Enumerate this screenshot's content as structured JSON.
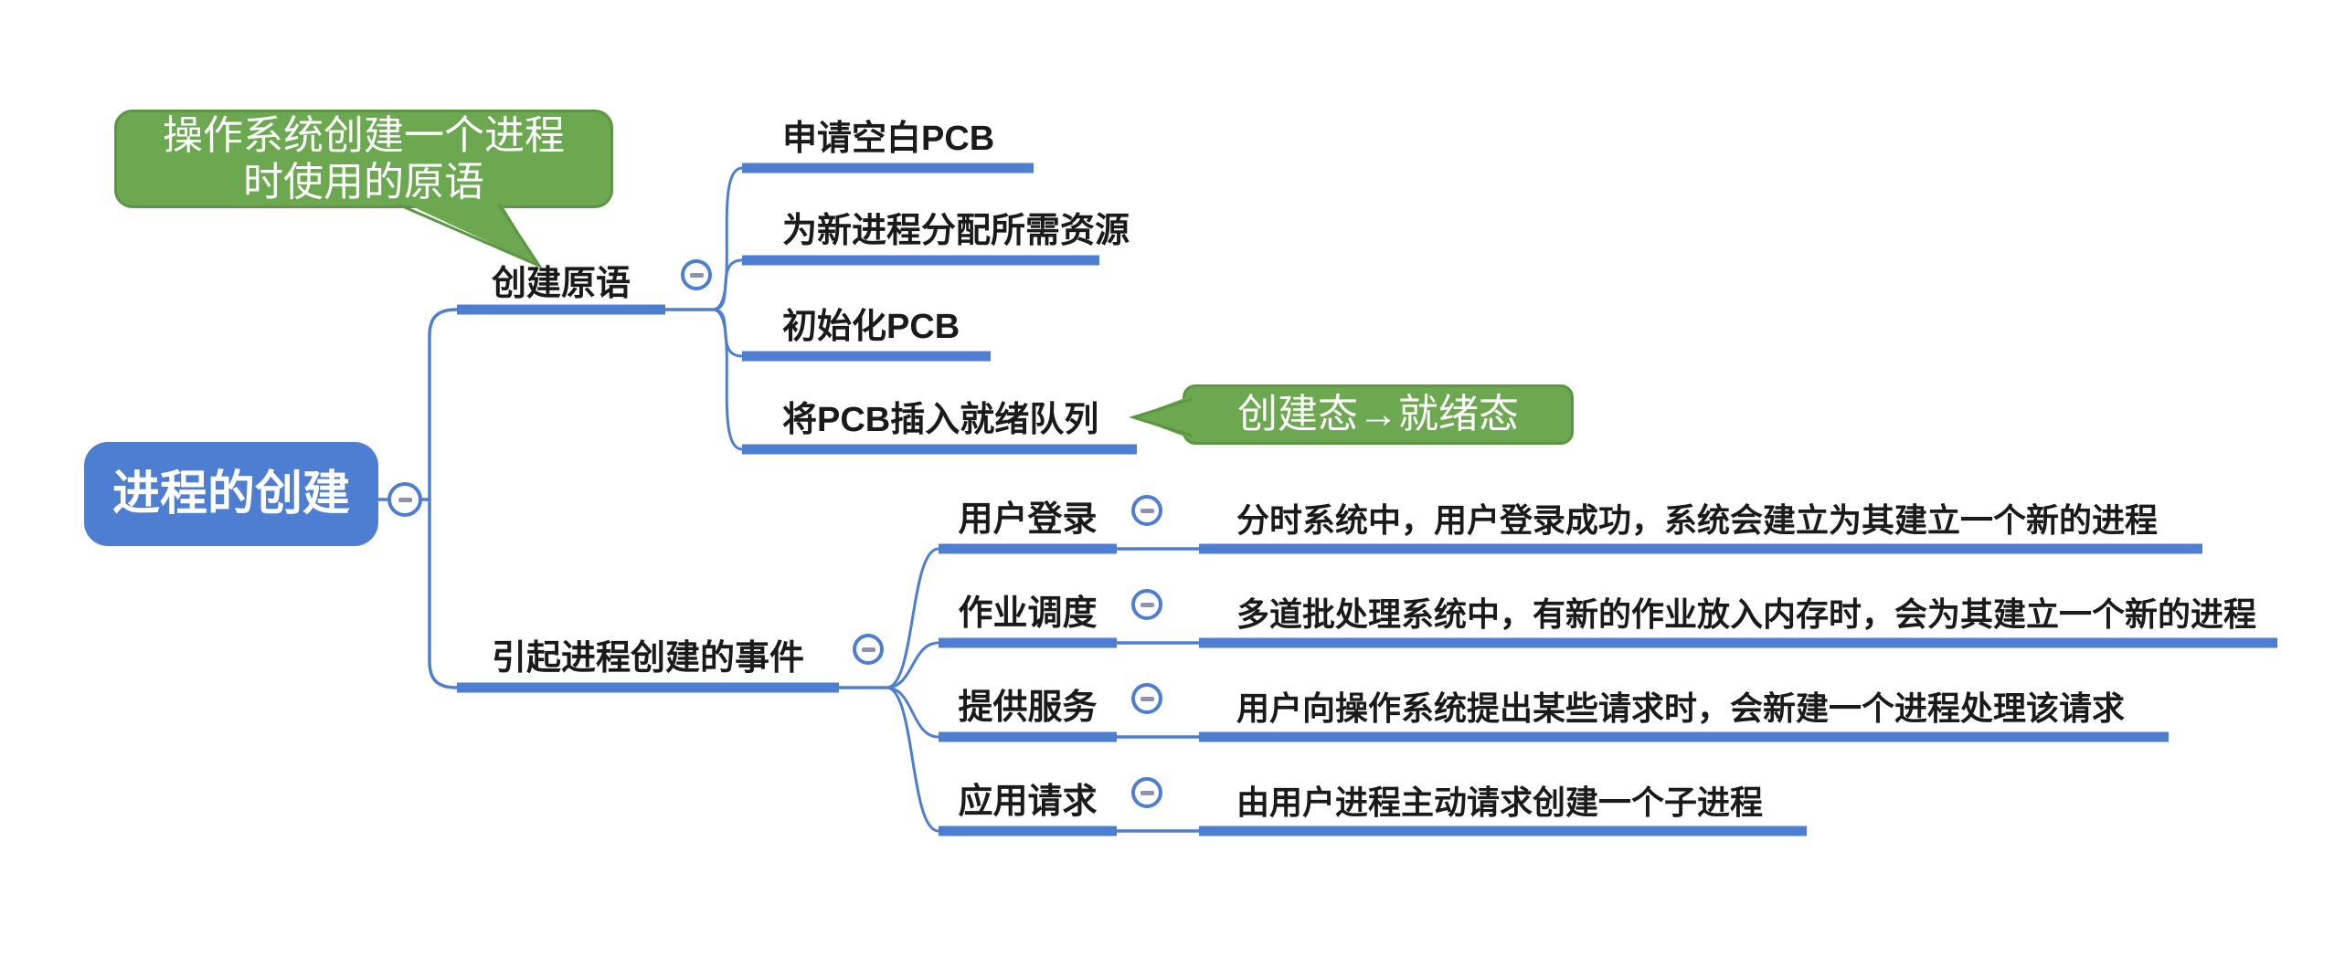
{
  "colors": {
    "branch_blue": "#4D7ED2",
    "callout_green_fill": "#6BA84F",
    "callout_green_border": "#5D9643",
    "collapse_minus": "#8D93AE",
    "node_text": "#1a1a1a",
    "root_text": "#ffffff"
  },
  "mindmap": {
    "root": {
      "label": "进程的创建"
    },
    "branches": [
      {
        "label": "创建原语",
        "children": [
          {
            "label": "申请空白PCB"
          },
          {
            "label": "为新进程分配所需资源"
          },
          {
            "label": "初始化PCB"
          },
          {
            "label": "将PCB插入就绪队列"
          }
        ]
      },
      {
        "label": "引起进程创建的事件",
        "children": [
          {
            "label": "用户登录",
            "note": "分时系统中，用户登录成功，系统会建立为其建立一个新的进程"
          },
          {
            "label": "作业调度",
            "note": "多道批处理系统中，有新的作业放入内存时，会为其建立一个新的进程"
          },
          {
            "label": "提供服务",
            "note": "用户向操作系统提出某些请求时，会新建一个进程处理该请求"
          },
          {
            "label": "应用请求",
            "note": "由用户进程主动请求创建一个子进程"
          }
        ]
      }
    ],
    "callouts": [
      {
        "lines": [
          "操作系统创建一个进程",
          "时使用的原语"
        ],
        "attached_to": "创建原语"
      },
      {
        "lines": [
          "创建态→就绪态"
        ],
        "attached_to": "将PCB插入就绪队列"
      }
    ]
  }
}
